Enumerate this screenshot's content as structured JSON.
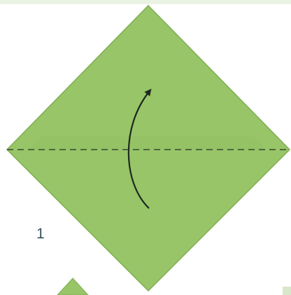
{
  "step": {
    "number": "1"
  },
  "colors": {
    "paper": "#97c568",
    "paper_edge": "#7fae52",
    "fold_line": "#3a4a30",
    "arrow": "#1e2a1e",
    "number_text": "#35535f",
    "top_strip": "#dcebd0"
  },
  "fold": {
    "type": "valley-fold",
    "direction": "bottom-to-top"
  }
}
